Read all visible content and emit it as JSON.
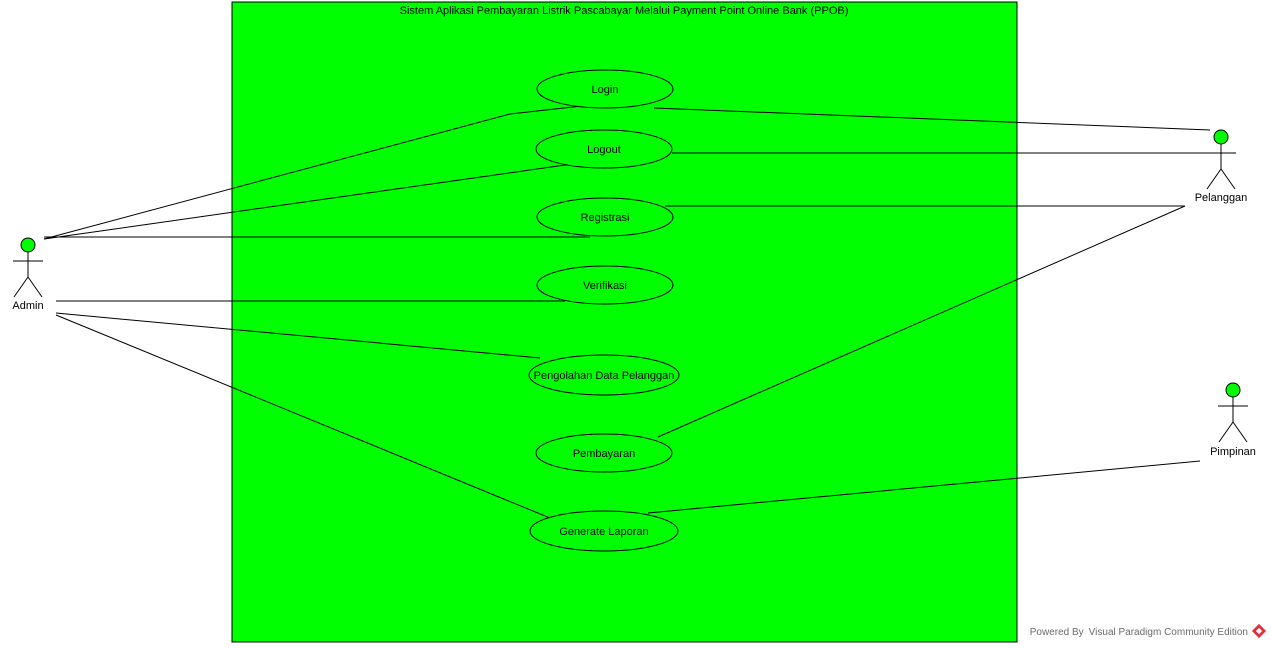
{
  "diagram": {
    "system_title": "Sistem Aplikasi Pembayaran Listrik Pascabayar Melalui Payment Point Online Bank (PPOB)",
    "colors": {
      "system_fill": "#00ff00",
      "usecase_fill": "#00ff00",
      "actor_head": "#00ff00",
      "line": "#000000"
    },
    "use_cases": {
      "login": "Login",
      "logout": "Logout",
      "registrasi": "Registrasi",
      "verifikasi": "Verifikasi",
      "pengolahan": "Pengolahan Data Pelanggan",
      "pembayaran": "Pembayaran",
      "generate": "Generate Laporan"
    },
    "actors": {
      "admin": "Admin",
      "pelanggan": "Pelanggan",
      "pimpinan": "Pimpinan"
    },
    "associations": [
      [
        "admin",
        "login"
      ],
      [
        "admin",
        "logout"
      ],
      [
        "admin",
        "registrasi"
      ],
      [
        "admin",
        "verifikasi"
      ],
      [
        "admin",
        "pengolahan"
      ],
      [
        "admin",
        "generate"
      ],
      [
        "pelanggan",
        "login"
      ],
      [
        "pelanggan",
        "logout"
      ],
      [
        "pelanggan",
        "registrasi"
      ],
      [
        "pelanggan",
        "pembayaran"
      ],
      [
        "pimpinan",
        "generate"
      ]
    ]
  },
  "watermark": {
    "text": "Powered By Visual Paradigm Community Edition",
    "icon": "visual-paradigm-logo-icon"
  }
}
